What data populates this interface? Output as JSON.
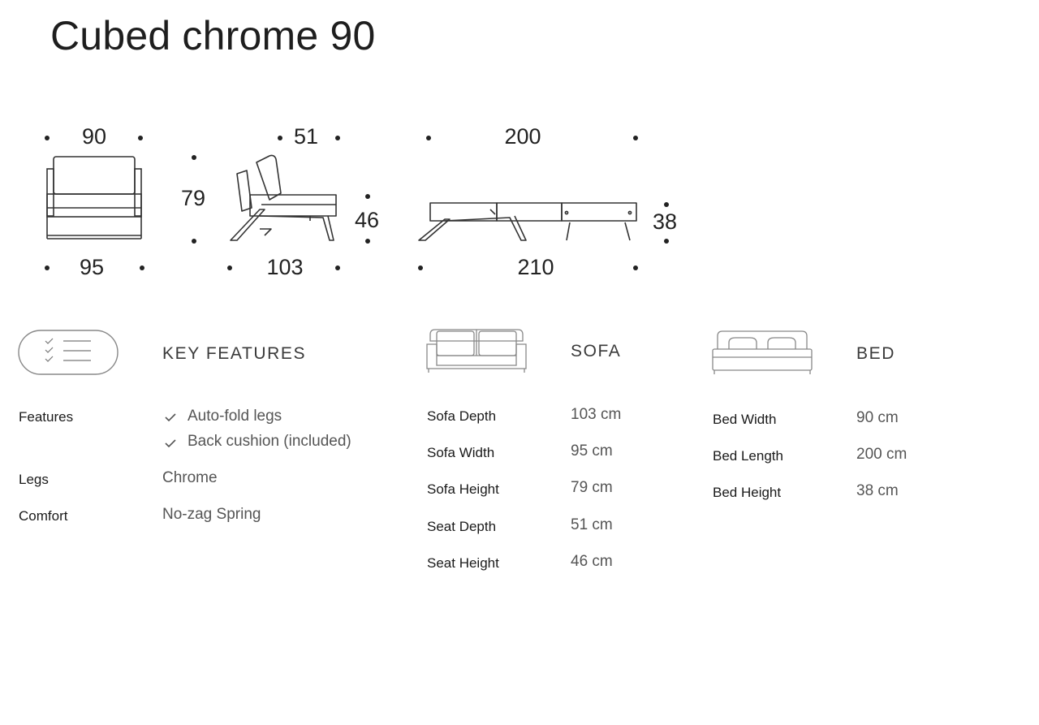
{
  "title": "Cubed chrome 90",
  "dimensions": {
    "front_top": "90",
    "front_bottom": "95",
    "height": "79",
    "side_top": "51",
    "side_bottom": "103",
    "seat_height": "46",
    "bed_top": "200",
    "bed_bottom": "210",
    "bed_height": "38"
  },
  "key_features": {
    "heading": "KEY FEATURES",
    "icon": "checklist-icon",
    "rows": [
      {
        "label": "Features",
        "values": [
          "Auto-fold legs",
          "Back cushion (included)"
        ]
      },
      {
        "label": "Legs",
        "value": "Chrome"
      },
      {
        "label": "Comfort",
        "value": "No-zag Spring"
      }
    ]
  },
  "sofa": {
    "heading": "SOFA",
    "icon": "sofa-icon",
    "rows": [
      {
        "label": "Sofa Depth",
        "value": "103 cm"
      },
      {
        "label": "Sofa Width",
        "value": "95 cm"
      },
      {
        "label": "Sofa Height",
        "value": "79 cm"
      },
      {
        "label": "Seat Depth",
        "value": "51 cm"
      },
      {
        "label": "Seat Height",
        "value": "46 cm"
      }
    ]
  },
  "bed": {
    "heading": "BED",
    "icon": "bed-icon",
    "rows": [
      {
        "label": "Bed Width",
        "value": "90 cm"
      },
      {
        "label": "Bed Length",
        "value": "200 cm"
      },
      {
        "label": "Bed Height",
        "value": "38 cm"
      }
    ]
  },
  "colors": {
    "text": "#1a1a1a",
    "muted": "#555555",
    "line": "#333333"
  }
}
